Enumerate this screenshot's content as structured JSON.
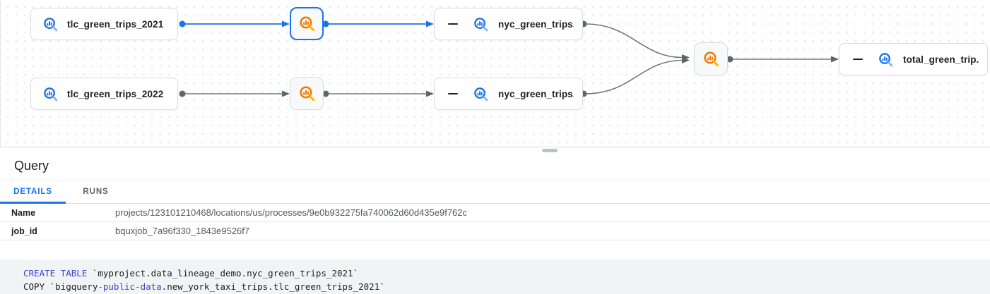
{
  "graph": {
    "nodes": {
      "tlc2021": "tlc_green_trips_2021",
      "tlc2022": "tlc_green_trips_2022",
      "nyc2021": "nyc_green_trips...",
      "nyc2022": "nyc_green_trips...",
      "total": "total_green_trip..."
    },
    "icons": {
      "table_icon": "bigquery-table-icon",
      "job_icon": "bigquery-job-icon",
      "collapse_icon": "collapse-minus-icon"
    },
    "colors": {
      "selected_edge": "#1a73e8",
      "edge_gray": "#75787b",
      "icon_blue": "#1a73e8",
      "icon_orange": "#f57c00",
      "node_border": "#dadce0"
    }
  },
  "panel": {
    "title": "Query",
    "tabs": [
      {
        "label": "DETAILS",
        "active": true
      },
      {
        "label": "RUNS",
        "active": false
      }
    ],
    "details": [
      {
        "key": "Name",
        "value": "projects/123101210468/locations/us/processes/9e0b932275fa740062d60d435e9f762c"
      },
      {
        "key": "job_id",
        "value": "bquxjob_7a96f330_1843e9526f7"
      }
    ]
  },
  "code": {
    "line1": {
      "kw": "CREATE TABLE",
      "rest": " `myproject.data_lineage_demo.nyc_green_trips_2021`"
    },
    "line2": {
      "pre": "COPY `bigquery",
      "kw": "-public-data",
      "rest": ".new_york_taxi_trips.tlc_green_trips_2021`"
    },
    "keyword_color": "#3f45d6",
    "background": "#f1f3f4"
  }
}
